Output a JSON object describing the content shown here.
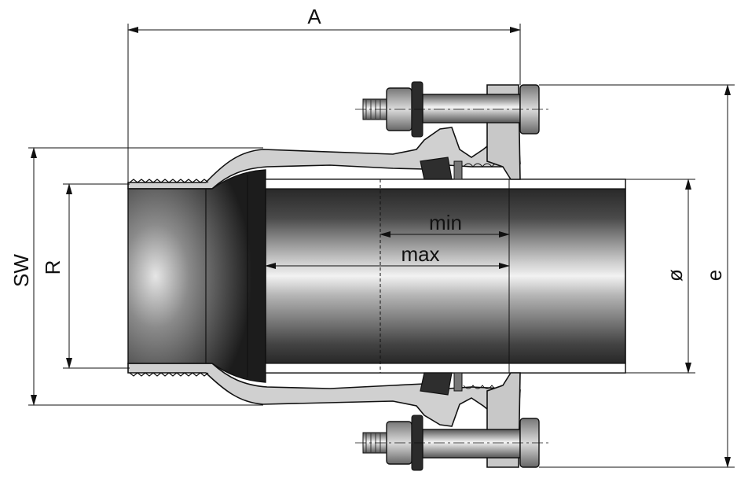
{
  "drawing": {
    "labels": {
      "overall_length": "A",
      "outer_diameter_left": "SW",
      "thread": "R",
      "insert_min": "min",
      "insert_max": "max",
      "pipe_diameter": "ø",
      "flange_height": "e"
    },
    "colors": {
      "line": "#111111",
      "steel_light": "#d2d2d2",
      "steel_mid": "#9a9a9a",
      "steel_dark": "#3a3a3a",
      "background": "#ffffff"
    }
  }
}
